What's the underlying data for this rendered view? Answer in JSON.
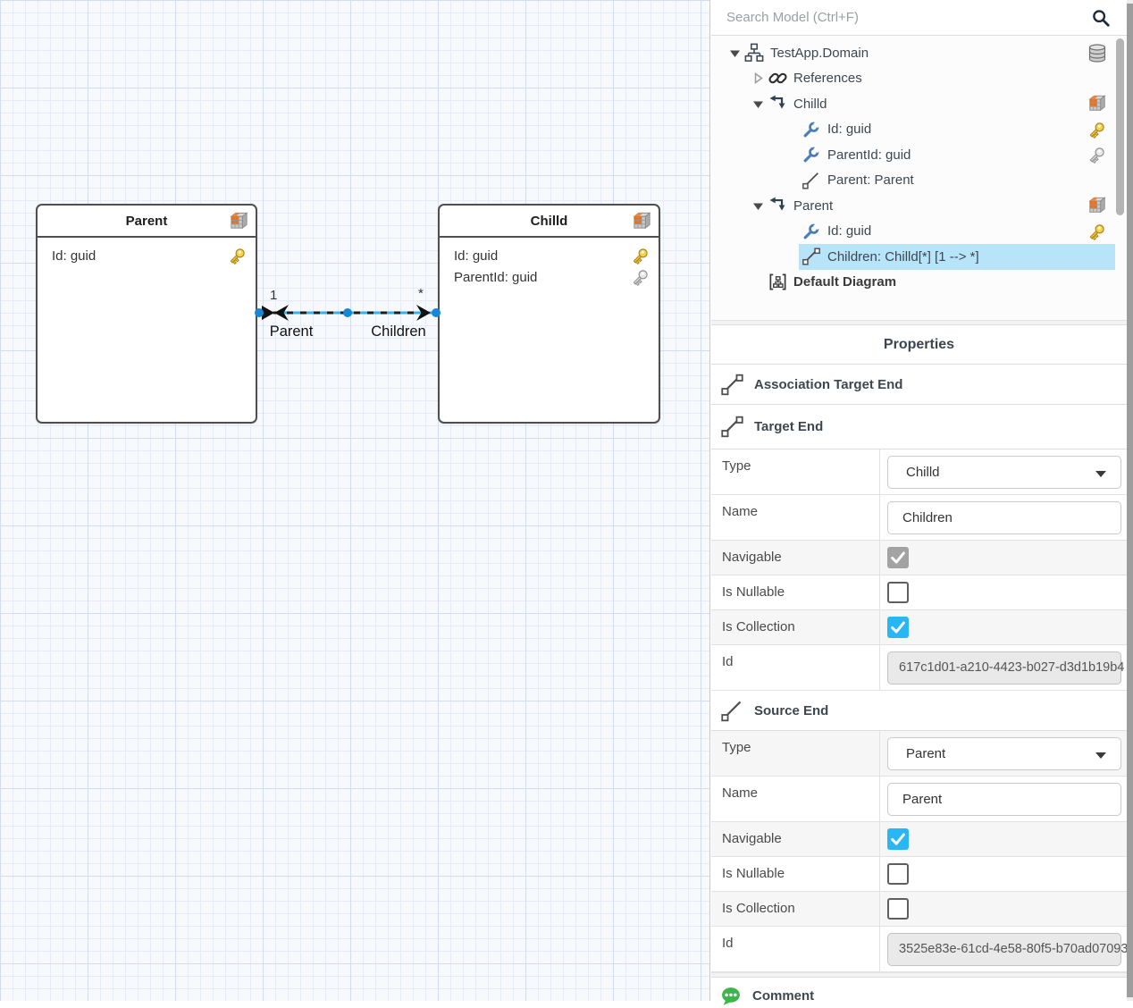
{
  "search": {
    "placeholder": "Search Model (Ctrl+F)"
  },
  "tree": {
    "items": [
      {
        "label": "TestApp.Domain"
      },
      {
        "label": "References"
      },
      {
        "label": "Chilld"
      },
      {
        "label": "Id: guid"
      },
      {
        "label": "ParentId: guid"
      },
      {
        "label": "Parent: Parent"
      },
      {
        "label": "Parent"
      },
      {
        "label": "Id: guid"
      },
      {
        "label": "Children: Chilld[*] [1 --> *]"
      },
      {
        "label": "Default Diagram"
      }
    ]
  },
  "properties": {
    "title": "Properties",
    "association_header": "Association Target End",
    "target_end": {
      "title": "Target End",
      "fields": [
        {
          "label": "Type",
          "value": "Chilld"
        },
        {
          "label": "Name",
          "value": "Children"
        },
        {
          "label": "Navigable",
          "state": "checked-disabled"
        },
        {
          "label": "Is Nullable",
          "state": "unchecked"
        },
        {
          "label": "Is Collection",
          "state": "checked"
        },
        {
          "label": "Id",
          "value": "617c1d01-a210-4423-b027-d3d1b19b4"
        }
      ]
    },
    "source_end": {
      "title": "Source End",
      "fields": [
        {
          "label": "Type",
          "value": "Parent"
        },
        {
          "label": "Name",
          "value": "Parent"
        },
        {
          "label": "Navigable",
          "state": "checked"
        },
        {
          "label": "Is Nullable",
          "state": "unchecked"
        },
        {
          "label": "Is Collection",
          "state": "unchecked"
        },
        {
          "label": "Id",
          "value": "3525e83e-61cd-4e58-80f5-b70ad07093"
        }
      ]
    },
    "comment_header": "Comment"
  },
  "diagram": {
    "entities": [
      {
        "title": "Parent",
        "attributes": [
          {
            "text": "Id: guid"
          }
        ]
      },
      {
        "title": "Chilld",
        "attributes": [
          {
            "text": "Id: guid"
          },
          {
            "text": "ParentId: guid"
          }
        ]
      }
    ],
    "association": {
      "source_multiplicity": "1",
      "target_multiplicity": "*",
      "source_label": "Parent",
      "target_label": "Children"
    }
  },
  "colors": {
    "accent": "#29b6f6",
    "selection": "#b7e4f9"
  }
}
